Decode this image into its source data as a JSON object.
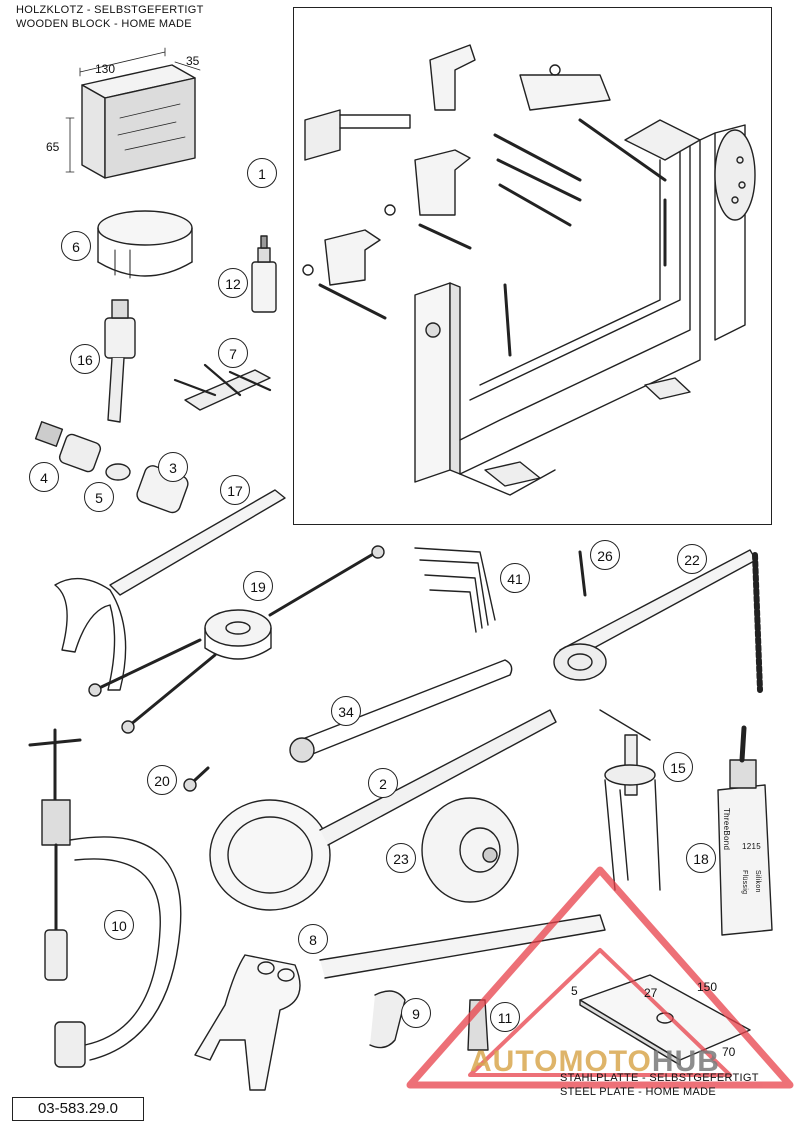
{
  "header": {
    "line1": "HOLZKLOTZ - SELBSTGEFERTIGT",
    "line2": "WOODEN BLOCK - HOME MADE"
  },
  "wooden_block_dims": {
    "length": "130",
    "depth": "35",
    "height": "65"
  },
  "steel_plate": {
    "line1": "STAHLPLATTE - SELBSTGEFERTIGT",
    "line2": "STEEL PLATE - HOME MADE",
    "dims": {
      "d1": "5",
      "d2": "27",
      "d3": "150",
      "d4": "70"
    }
  },
  "part_number": "03-583.29.0",
  "callouts": [
    "1",
    "2",
    "3",
    "4",
    "5",
    "6",
    "7",
    "8",
    "9",
    "10",
    "11",
    "12",
    "15",
    "16",
    "17",
    "18",
    "19",
    "20",
    "22",
    "23",
    "26",
    "34",
    "41"
  ],
  "tube_label": {
    "brand": "ThreeBond",
    "code": "1215",
    "sub": "Silikon Flüssig"
  },
  "watermark": {
    "part1": "AUTOMOTO",
    "part2": "HUB",
    "color_red": "#e8414a",
    "color_tan": "#d9a74f",
    "color_gray": "#7a7a7a"
  }
}
